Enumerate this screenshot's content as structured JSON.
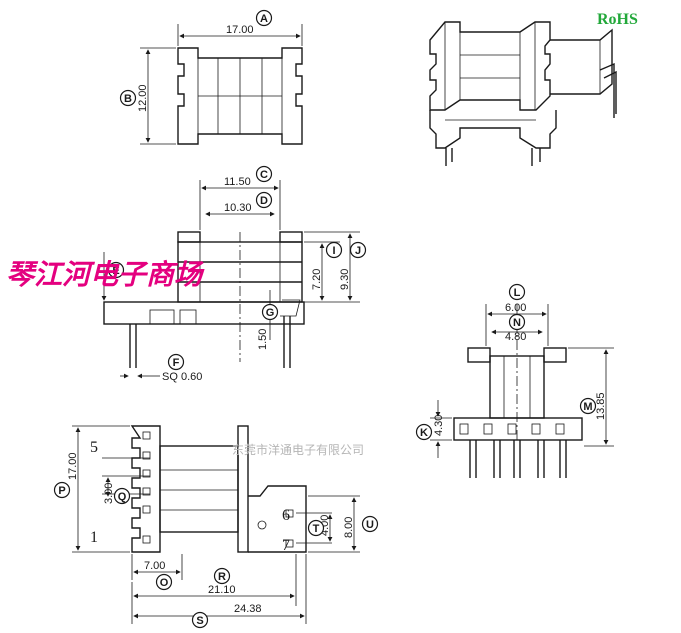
{
  "badge": {
    "rohs": "RoHS"
  },
  "watermarks": {
    "shop": "琴江河电子商场",
    "company": "东莞市洋通电子有限公司"
  },
  "labels": {
    "A": "A",
    "B": "B",
    "C": "C",
    "D": "D",
    "E": "E",
    "F": "F",
    "G": "G",
    "I": "I",
    "J": "J",
    "K": "K",
    "L": "L",
    "M": "M",
    "N": "N",
    "O": "O",
    "P": "P",
    "Q": "Q",
    "R": "R",
    "S": "S",
    "T": "T",
    "U": "U"
  },
  "dimensions": {
    "A": "17.00",
    "B": "12.00",
    "C": "11.50",
    "D": "10.30",
    "F": "SQ  0.60",
    "G": "1.50",
    "I": "7.20",
    "J": "9.30",
    "K": "4.30",
    "L": "6.00",
    "M": "13.85",
    "N": "4.80",
    "O": "7.00",
    "P": "17.00",
    "Q": "3.00",
    "R": "21.10",
    "S": "24.38",
    "T": "4.00",
    "U": "8.00"
  },
  "pins": {
    "p5": "5",
    "p1": "1",
    "p6": "6",
    "p7": "7"
  }
}
